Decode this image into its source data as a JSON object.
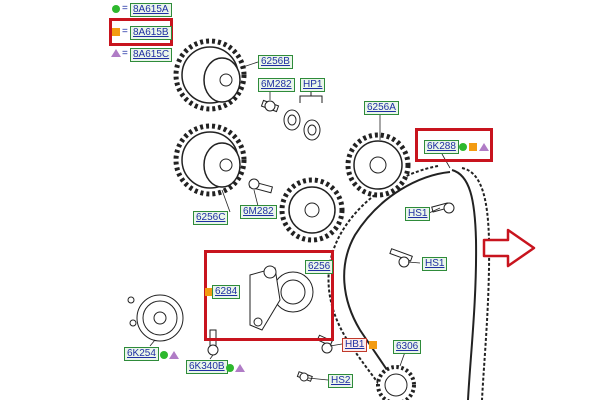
{
  "legend": [
    {
      "code": "8A615A",
      "marker": "green-circle"
    },
    {
      "code": "8A615B",
      "marker": "orange-square"
    },
    {
      "code": "8A615C",
      "marker": "purple-triangle"
    }
  ],
  "legend_eq": "=",
  "part_labels": {
    "p6256B_top": "6256B",
    "p6M282": "6M282",
    "pHP1": "HP1",
    "p6256A": "6256A",
    "p6K288": "6K288",
    "p6256C": "6256C",
    "p6M282b": "6M282",
    "pHS1a": "HS1",
    "p6256_mid": "6256",
    "pHS1b": "HS1",
    "p6284": "6284",
    "p6K254": "6K254",
    "p6K340B": "6K340B",
    "pHB1": "HB1",
    "p6306": "6306",
    "pHS2": "HS2"
  },
  "colors": {
    "green": "#2db82d",
    "orange": "#f39c12",
    "purple": "#b07cc6",
    "callout_red": "#c8141e",
    "label_text": "#1f2fa3"
  },
  "icons": [
    "right-arrow-outline-icon"
  ]
}
